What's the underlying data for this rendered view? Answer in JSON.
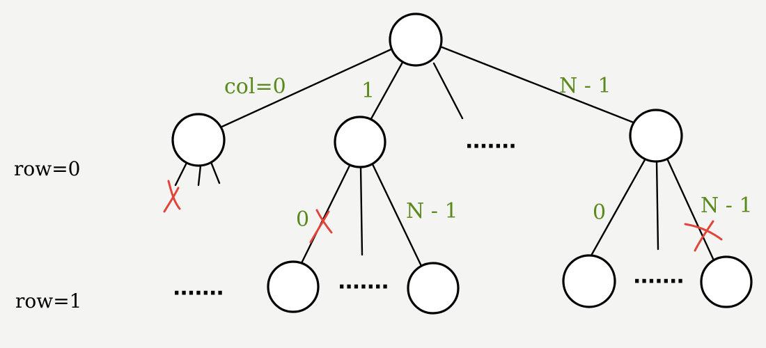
{
  "labels": {
    "col0": "col=0",
    "col1": "1",
    "colN1": "N - 1",
    "row0": "row=0",
    "row1": "row=1",
    "midLeft0": "0",
    "midLeftN1": "N - 1",
    "rightLeft0": "0",
    "rightRightN1": "N - 1"
  },
  "ellipses": {
    "topMiddle": "·······",
    "bottomLeft": "·······",
    "bottomMiddle": "·······",
    "bottomRight": "·······"
  },
  "colors": {
    "label_green": "#5a8a1c",
    "cross_red": "#e0443a",
    "line_black": "#000000"
  }
}
